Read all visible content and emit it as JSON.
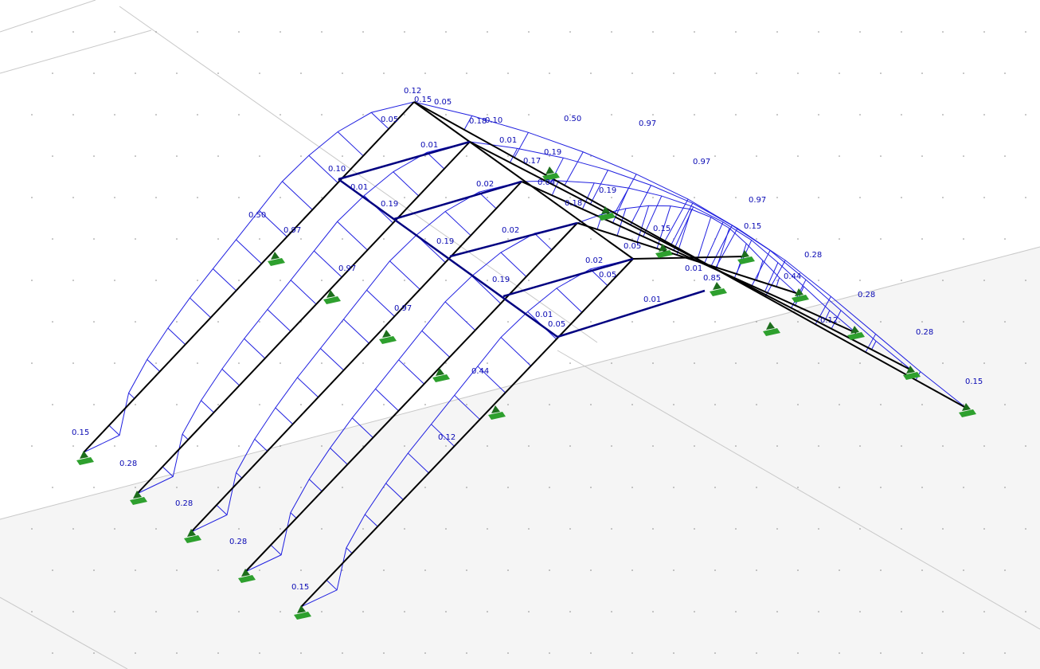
{
  "colors": {
    "background": "#ffffff",
    "ground_plane": "#f5f5f5",
    "grid_line": "#c8c8c8",
    "grid_dot": "#888888",
    "member": "#000000",
    "bracing": "#000080",
    "diagram": "#2020e0",
    "support": "#2ea02e",
    "support_dark": "#1c6e1c",
    "label": "#0a0ab4"
  },
  "diagram": {
    "support_icon": "fixed-support-icon",
    "labels": [
      "0.12",
      "0.05",
      "0.05",
      "0.18",
      "0.10",
      "0.50",
      "0.97",
      "0.01",
      "0.01",
      "0.19",
      "0.17",
      "0.97",
      "0.10",
      "0.01",
      "0.02",
      "0.04",
      "0.19",
      "0.18",
      "0.97",
      "0.19",
      "0.15",
      "0.50",
      "0.97",
      "0.02",
      "0.19",
      "0.15",
      "0.05",
      "0.28",
      "0.01",
      "0.85",
      "0.97",
      "0.02",
      "0.05",
      "0.44",
      "0.19",
      "0.01",
      "0.28",
      "0.97",
      "0.01",
      "0.12",
      "0.05",
      "0.28",
      "0.44",
      "0.15",
      "0.15",
      "0.28",
      "0.12",
      "0.28",
      "0.28",
      "0.15",
      "0.15"
    ]
  }
}
